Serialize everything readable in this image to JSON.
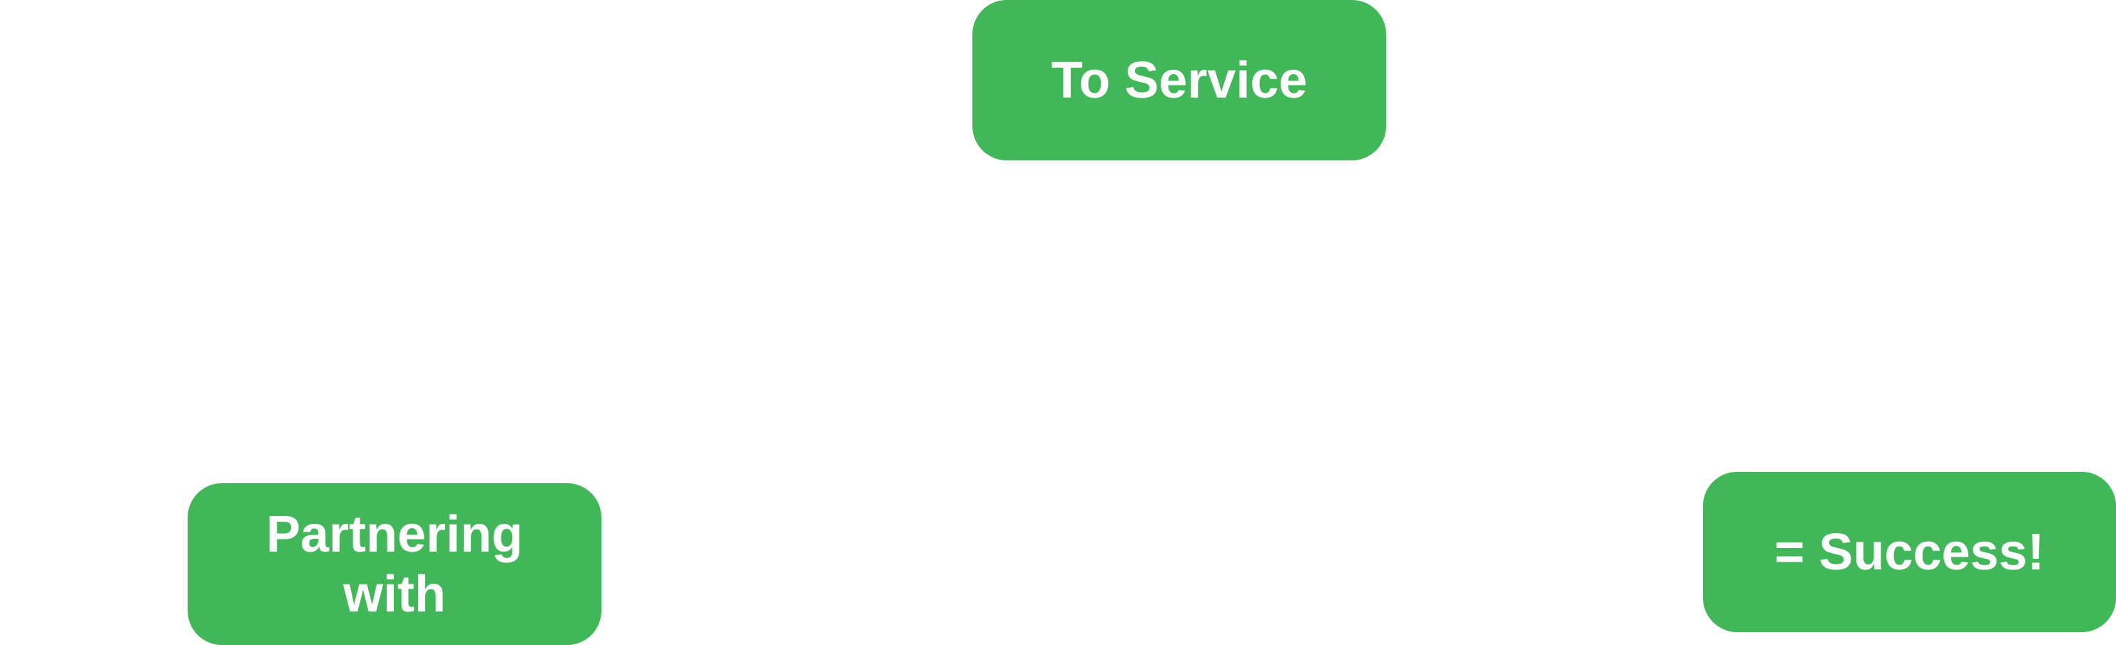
{
  "diagram": {
    "accent_color": "#41b75a",
    "text_color": "#ffffff",
    "nodes": [
      {
        "id": "top",
        "label": "To Service"
      },
      {
        "id": "left",
        "label": "Partnering with"
      },
      {
        "id": "right",
        "label": "= Success!"
      }
    ]
  }
}
